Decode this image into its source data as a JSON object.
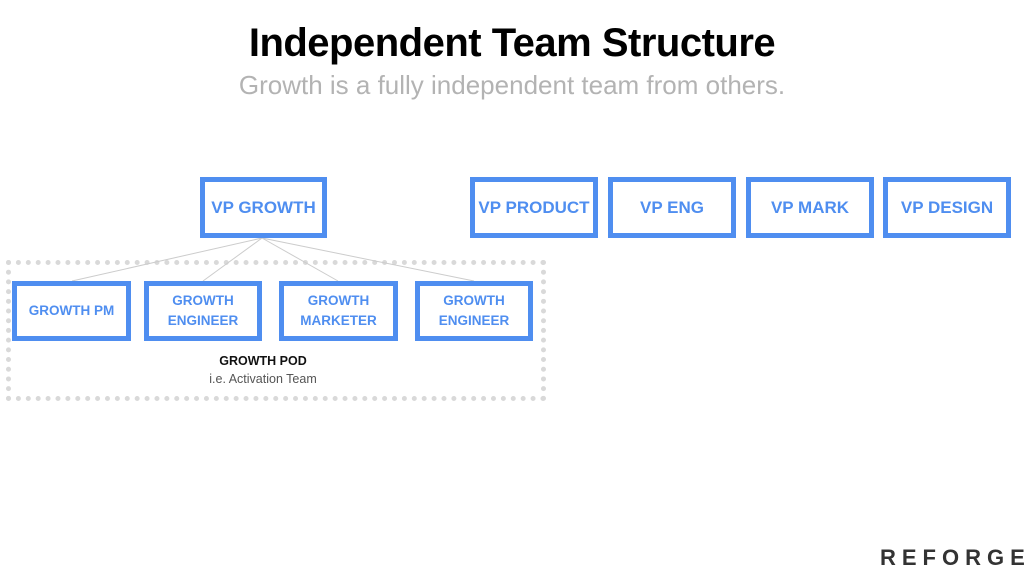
{
  "slide": {
    "title": "Independent Team Structure",
    "subtitle": "Growth is a fully independent team from others."
  },
  "growth_lead": {
    "label": "VP GROWTH"
  },
  "pod": {
    "label": "GROWTH POD",
    "sublabel": "i.e. Activation Team",
    "members": [
      {
        "line1": "GROWTH PM",
        "line2": ""
      },
      {
        "line1": "GROWTH",
        "line2": "ENGINEER"
      },
      {
        "line1": "GROWTH",
        "line2": "MARKETER"
      },
      {
        "line1": "GROWTH",
        "line2": "ENGINEER"
      }
    ]
  },
  "other_vps": [
    {
      "label": "VP PRODUCT"
    },
    {
      "label": "VP ENG"
    },
    {
      "label": "VP MARK"
    },
    {
      "label": "VP DESIGN"
    }
  ],
  "brand": {
    "logo_text": "REFORGE"
  },
  "colors": {
    "box_border": "#4f8ef0",
    "box_text": "#4f8ef0",
    "connector": "#cccccc",
    "pod_border": "#d9d9d9",
    "subtitle": "#b3b3b3"
  }
}
